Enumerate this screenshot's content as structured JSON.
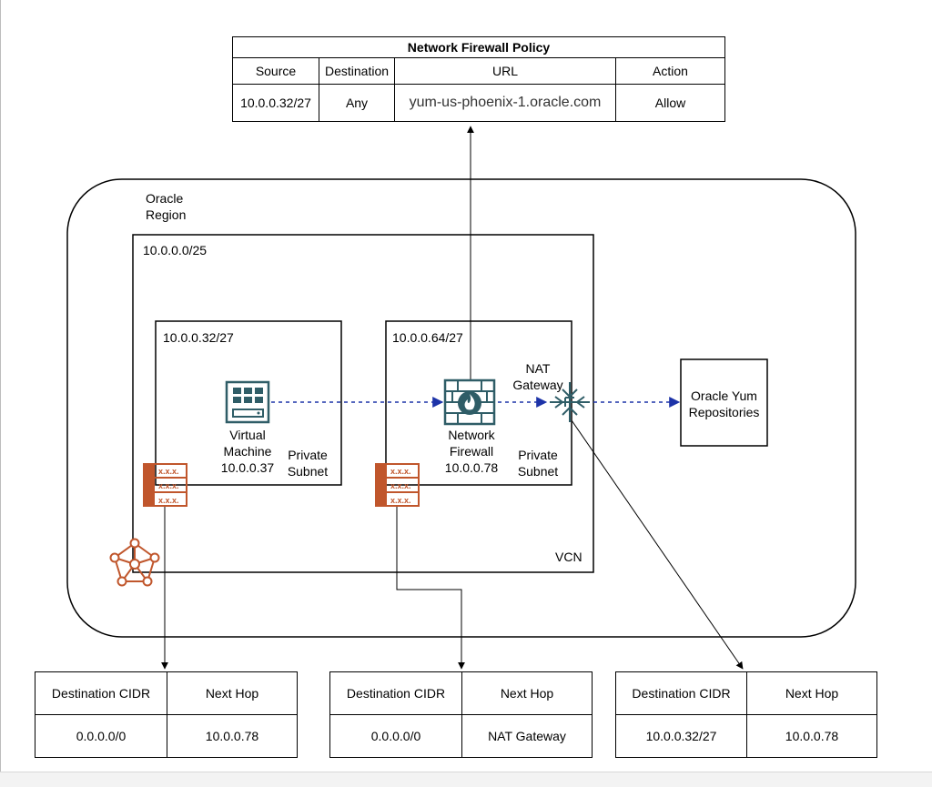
{
  "colors": {
    "accent_orange": "#c0562c",
    "oci_teal": "#2f5d67",
    "flow_blue": "#1d33a8",
    "line_black": "#000000"
  },
  "policy": {
    "title": "Network Firewall Policy",
    "headers": [
      "Source",
      "Destination",
      "URL",
      "Action"
    ],
    "row": [
      "10.0.0.32/27",
      "Any",
      "yum-us-phoenix-1.oracle.com",
      "Allow"
    ]
  },
  "region": {
    "label_line1": "Oracle",
    "label_line2": "Region"
  },
  "vcn": {
    "cidr": "10.0.0.0/25",
    "label": "VCN"
  },
  "subnet_vm": {
    "cidr": "10.0.0.32/27",
    "label_line1": "Private",
    "label_line2": "Subnet"
  },
  "subnet_fw": {
    "cidr": "10.0.0.64/27",
    "label_line1": "Private",
    "label_line2": "Subnet"
  },
  "vm": {
    "line1": "Virtual",
    "line2": "Machine",
    "ip": "10.0.0.37"
  },
  "firewall": {
    "line1": "Network",
    "line2": "Firewall",
    "ip": "10.0.0.78"
  },
  "nat": {
    "line1": "NAT",
    "line2": "Gateway"
  },
  "repo": {
    "line1": "Oracle Yum",
    "line2": "Repositories"
  },
  "route_icon_text": "x.x.x.",
  "route_tables": [
    {
      "headers": [
        "Destination CIDR",
        "Next Hop"
      ],
      "row": [
        "0.0.0.0/0",
        "10.0.0.78"
      ]
    },
    {
      "headers": [
        "Destination CIDR",
        "Next Hop"
      ],
      "row": [
        "0.0.0.0/0",
        "NAT Gateway"
      ]
    },
    {
      "headers": [
        "Destination CIDR",
        "Next Hop"
      ],
      "row": [
        "10.0.0.32/27",
        "10.0.0.78"
      ]
    }
  ],
  "icons": [
    "virtual-machine-icon",
    "network-firewall-icon",
    "nat-gateway-icon",
    "route-table-icon",
    "vcn-icon"
  ]
}
